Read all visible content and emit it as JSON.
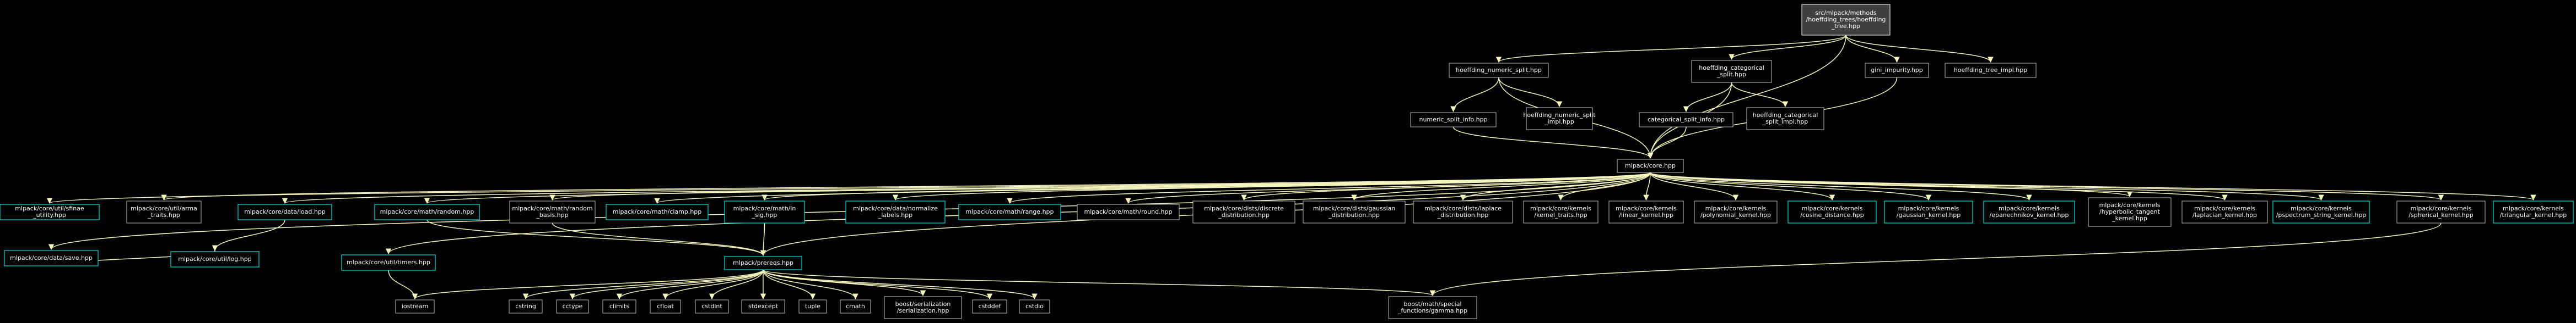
{
  "graph": {
    "colors": {
      "background": "#000000",
      "edge": "#f5f5bf",
      "node_border": "#bfbfbf",
      "linked_border": "#00c0c0",
      "root_fill": "#404040"
    },
    "nodes": [
      {
        "id": "root",
        "lines": [
          "src/mlpack/methods",
          "/hoeffding_trees/hoeffding",
          "_tree.hpp"
        ],
        "kind": "root"
      },
      {
        "id": "hnsplit",
        "lines": [
          "hoeffding_numeric_split.hpp"
        ]
      },
      {
        "id": "hcsplit",
        "lines": [
          "hoeffding_categorical",
          "_split.hpp"
        ]
      },
      {
        "id": "gini",
        "lines": [
          "gini_impurity.hpp"
        ]
      },
      {
        "id": "htimpl",
        "lines": [
          "hoeffding_tree_impl.hpp"
        ]
      },
      {
        "id": "nsinfo",
        "lines": [
          "numeric_split_info.hpp"
        ]
      },
      {
        "id": "hnsimpl",
        "lines": [
          "hoeffding_numeric_split",
          "_impl.hpp"
        ]
      },
      {
        "id": "csinfo",
        "lines": [
          "categorical_split_info.hpp"
        ]
      },
      {
        "id": "hcsimpl",
        "lines": [
          "hoeffding_categorical",
          "_split_impl.hpp"
        ]
      },
      {
        "id": "core",
        "lines": [
          "mlpack/core.hpp"
        ]
      },
      {
        "id": "sfinae",
        "lines": [
          "mlpack/core/util/sfinae",
          "_utility.hpp"
        ],
        "kind": "linked"
      },
      {
        "id": "arma",
        "lines": [
          "mlpack/core/util/arma",
          "_traits.hpp"
        ]
      },
      {
        "id": "load",
        "lines": [
          "mlpack/core/data/load.hpp"
        ],
        "kind": "linked"
      },
      {
        "id": "save",
        "lines": [
          "mlpack/core/data/save.hpp"
        ],
        "kind": "linked"
      },
      {
        "id": "logh",
        "lines": [
          "mlpack/core/util/log.hpp"
        ],
        "kind": "linked"
      },
      {
        "id": "random",
        "lines": [
          "mlpack/core/math/random.hpp"
        ],
        "kind": "linked"
      },
      {
        "id": "rbasis",
        "lines": [
          "mlpack/core/math/random",
          "_basis.hpp"
        ]
      },
      {
        "id": "clamp",
        "lines": [
          "mlpack/core/math/clamp.hpp"
        ],
        "kind": "linked"
      },
      {
        "id": "lnsig",
        "lines": [
          "mlpack/core/math/ln",
          "_sig.hpp"
        ],
        "kind": "linked"
      },
      {
        "id": "normlab",
        "lines": [
          "mlpack/core/data/normalize",
          "_labels.hpp"
        ],
        "kind": "linked"
      },
      {
        "id": "range",
        "lines": [
          "mlpack/core/math/range.hpp"
        ],
        "kind": "linked"
      },
      {
        "id": "round",
        "lines": [
          "mlpack/core/math/round.hpp"
        ]
      },
      {
        "id": "disc",
        "lines": [
          "mlpack/core/dists/discrete",
          "_distribution.hpp"
        ]
      },
      {
        "id": "gaussd",
        "lines": [
          "mlpack/core/dists/gaussian",
          "_distribution.hpp"
        ]
      },
      {
        "id": "laplace",
        "lines": [
          "mlpack/core/dists/laplace",
          "_distribution.hpp"
        ]
      },
      {
        "id": "ktraits",
        "lines": [
          "mlpack/core/kernels",
          "/kernel_traits.hpp"
        ]
      },
      {
        "id": "linear",
        "lines": [
          "mlpack/core/kernels",
          "/linear_kernel.hpp"
        ]
      },
      {
        "id": "poly",
        "lines": [
          "mlpack/core/kernels",
          "/polynomial_kernel.hpp"
        ]
      },
      {
        "id": "cosine",
        "lines": [
          "mlpack/core/kernels",
          "/cosine_distance.hpp"
        ],
        "kind": "linked"
      },
      {
        "id": "gaussk",
        "lines": [
          "mlpack/core/kernels",
          "/gaussian_kernel.hpp"
        ],
        "kind": "linked"
      },
      {
        "id": "epan",
        "lines": [
          "mlpack/core/kernels",
          "/epanechnikov_kernel.hpp"
        ],
        "kind": "linked"
      },
      {
        "id": "hyper",
        "lines": [
          "mlpack/core/kernels",
          "/hyperbolic_tangent",
          "_kernel.hpp"
        ]
      },
      {
        "id": "lapk",
        "lines": [
          "mlpack/core/kernels",
          "/laplacian_kernel.hpp"
        ]
      },
      {
        "id": "pspec",
        "lines": [
          "mlpack/core/kernels",
          "/pspectrum_string_kernel.hpp"
        ],
        "kind": "linked"
      },
      {
        "id": "spher",
        "lines": [
          "mlpack/core/kernels",
          "/spherical_kernel.hpp"
        ]
      },
      {
        "id": "tri",
        "lines": [
          "mlpack/core/kernels",
          "/triangular_kernel.hpp"
        ],
        "kind": "linked"
      },
      {
        "id": "timers",
        "lines": [
          "mlpack/core/util/timers.hpp"
        ],
        "kind": "linked"
      },
      {
        "id": "prereqs",
        "lines": [
          "mlpack/prereqs.hpp"
        ],
        "kind": "linked"
      },
      {
        "id": "iostream",
        "lines": [
          "iostream"
        ]
      },
      {
        "id": "cstring",
        "lines": [
          "cstring"
        ]
      },
      {
        "id": "cctype",
        "lines": [
          "cctype"
        ]
      },
      {
        "id": "climits",
        "lines": [
          "climits"
        ]
      },
      {
        "id": "cfloat",
        "lines": [
          "cfloat"
        ]
      },
      {
        "id": "cstdint",
        "lines": [
          "cstdint"
        ]
      },
      {
        "id": "stdexcept",
        "lines": [
          "stdexcept"
        ]
      },
      {
        "id": "tuple",
        "lines": [
          "tuple"
        ]
      },
      {
        "id": "cmath",
        "lines": [
          "cmath"
        ]
      },
      {
        "id": "boostser",
        "lines": [
          "boost/serialization",
          "/serialization.hpp"
        ]
      },
      {
        "id": "cstddef",
        "lines": [
          "cstddef"
        ]
      },
      {
        "id": "cstdio",
        "lines": [
          "cstdio"
        ]
      },
      {
        "id": "boostgamma",
        "lines": [
          "boost/math/special",
          "_functions/gamma.hpp"
        ]
      }
    ],
    "edges": [
      [
        "root",
        "hnsplit"
      ],
      [
        "root",
        "hcsplit"
      ],
      [
        "root",
        "gini"
      ],
      [
        "root",
        "htimpl"
      ],
      [
        "root",
        "core"
      ],
      [
        "hnsplit",
        "nsinfo"
      ],
      [
        "hnsplit",
        "hnsimpl"
      ],
      [
        "hnsplit",
        "core"
      ],
      [
        "hcsplit",
        "csinfo"
      ],
      [
        "hcsplit",
        "hcsimpl"
      ],
      [
        "hcsplit",
        "core"
      ],
      [
        "gini",
        "core"
      ],
      [
        "nsinfo",
        "core"
      ],
      [
        "csinfo",
        "core"
      ],
      [
        "core",
        "sfinae"
      ],
      [
        "core",
        "arma"
      ],
      [
        "core",
        "load"
      ],
      [
        "core",
        "save"
      ],
      [
        "core",
        "random"
      ],
      [
        "core",
        "rbasis"
      ],
      [
        "core",
        "clamp"
      ],
      [
        "core",
        "lnsig"
      ],
      [
        "core",
        "normlab"
      ],
      [
        "core",
        "range"
      ],
      [
        "core",
        "round"
      ],
      [
        "core",
        "disc"
      ],
      [
        "core",
        "gaussd"
      ],
      [
        "core",
        "laplace"
      ],
      [
        "core",
        "ktraits"
      ],
      [
        "core",
        "linear"
      ],
      [
        "core",
        "poly"
      ],
      [
        "core",
        "cosine"
      ],
      [
        "core",
        "gaussk"
      ],
      [
        "core",
        "epan"
      ],
      [
        "core",
        "hyper"
      ],
      [
        "core",
        "lapk"
      ],
      [
        "core",
        "pspec"
      ],
      [
        "core",
        "spher"
      ],
      [
        "core",
        "tri"
      ],
      [
        "core",
        "timers"
      ],
      [
        "core",
        "prereqs"
      ],
      [
        "load",
        "logh"
      ],
      [
        "save",
        "logh"
      ],
      [
        "random",
        "prereqs"
      ],
      [
        "rbasis",
        "prereqs"
      ],
      [
        "lnsig",
        "prereqs"
      ],
      [
        "timers",
        "iostream"
      ],
      [
        "spher",
        "boostgamma"
      ],
      [
        "prereqs",
        "iostream"
      ],
      [
        "prereqs",
        "cstring"
      ],
      [
        "prereqs",
        "cctype"
      ],
      [
        "prereqs",
        "climits"
      ],
      [
        "prereqs",
        "cfloat"
      ],
      [
        "prereqs",
        "cstdint"
      ],
      [
        "prereqs",
        "stdexcept"
      ],
      [
        "prereqs",
        "tuple"
      ],
      [
        "prereqs",
        "cmath"
      ],
      [
        "prereqs",
        "boostser"
      ],
      [
        "prereqs",
        "cstddef"
      ],
      [
        "prereqs",
        "cstdio"
      ],
      [
        "prereqs",
        "boostgamma"
      ]
    ]
  }
}
